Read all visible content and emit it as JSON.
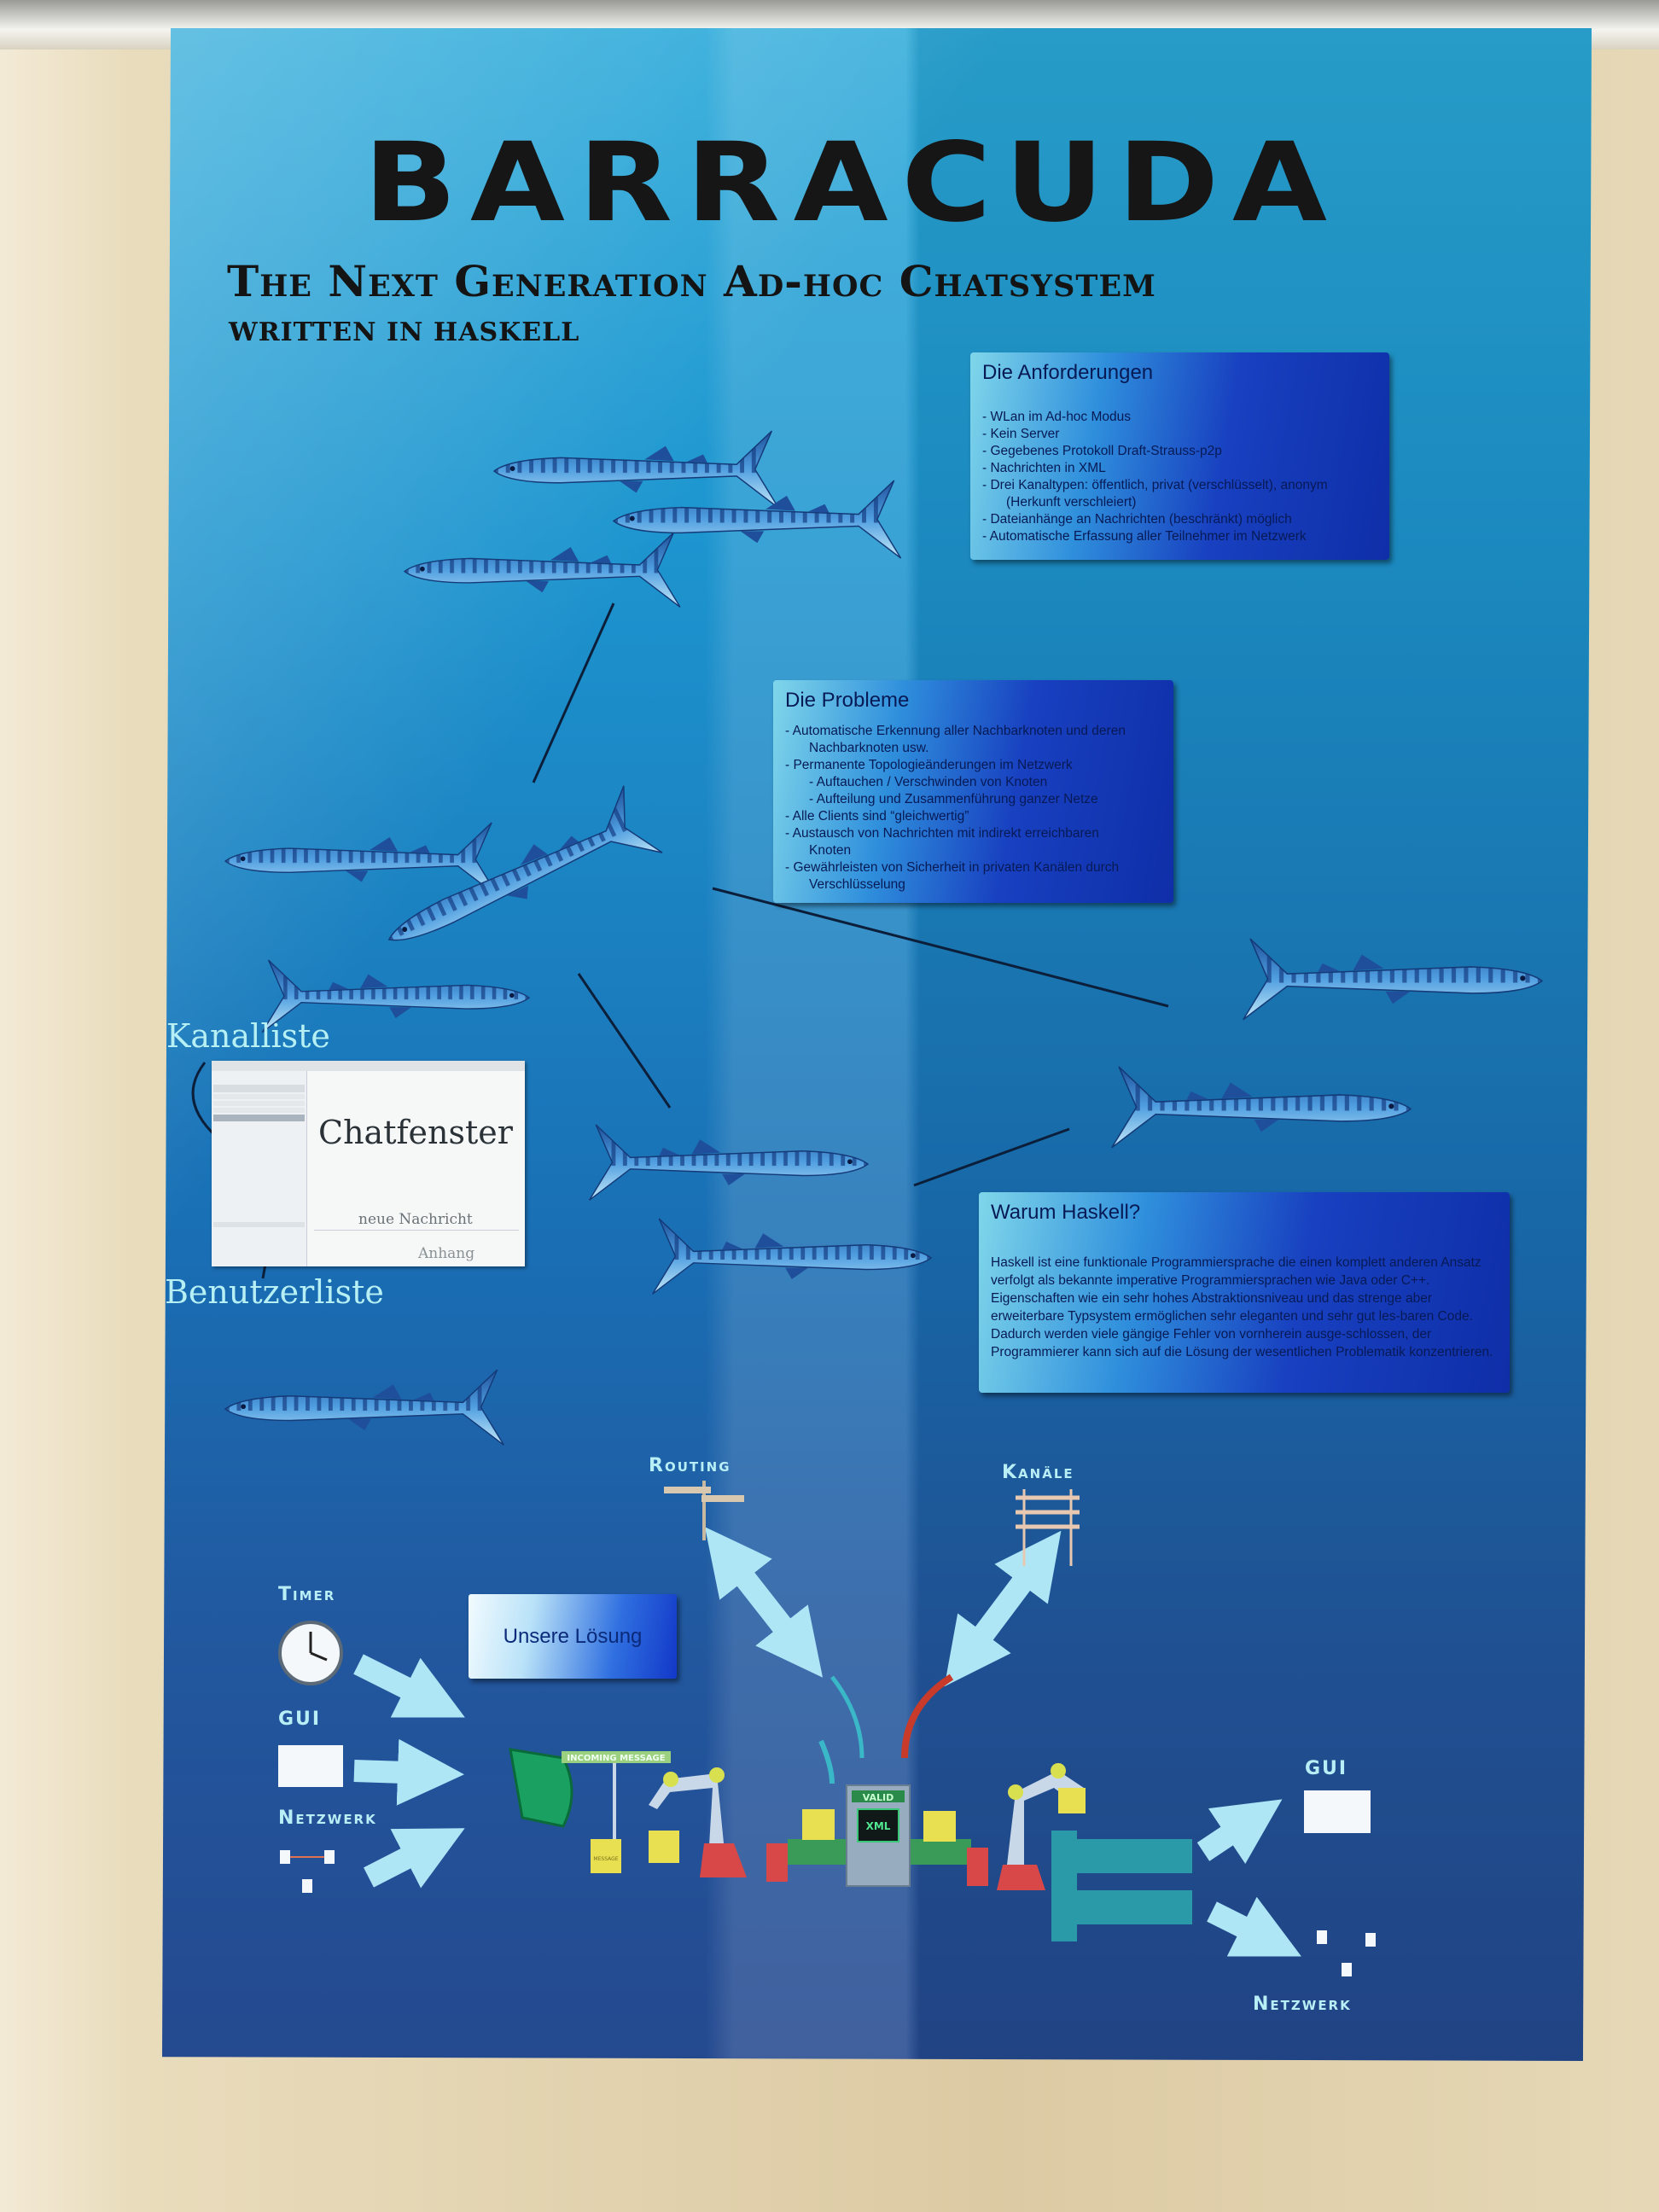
{
  "poster": {
    "title": "BARRACUDA",
    "subtitle": "The Next Generation Ad-hoc Chatsystem",
    "subtitle2": "WRITTEN IN HASKELL"
  },
  "anforderungen": {
    "heading": "Die Anforderungen",
    "items": [
      "- WLan im Ad-hoc Modus",
      "- Kein Server",
      "- Gegebenes Protokoll Draft-Strauss-p2p",
      "- Nachrichten in XML",
      "- Drei Kanaltypen: öffentlich, privat (verschlüsselt), anonym",
      "(Herkunft verschleiert)",
      "- Dateianhänge an Nachrichten (beschränkt) möglich",
      "- Automatische Erfassung aller Teilnehmer im Netzwerk"
    ]
  },
  "probleme": {
    "heading": "Die Probleme",
    "items": [
      "- Automatische Erkennung aller Nachbarknoten und deren",
      "Nachbarknoten usw.",
      "- Permanente Topologieänderungen im Netzwerk",
      "- Auftauchen  / Verschwinden von Knoten",
      "- Aufteilung und Zusammenführung ganzer Netze",
      "- Alle Clients sind “gleichwertig”",
      "- Austausch von Nachrichten mit indirekt erreichbaren",
      "Knoten",
      "- Gewährleisten von Sicherheit in privaten Kanälen durch",
      "Verschlüsselung"
    ]
  },
  "haskell": {
    "heading": "Warum Haskell?",
    "text": "Haskell ist eine funktionale Programmiersprache die einen komplett anderen Ansatz verfolgt als bekannte imperative Programmiersprachen wie Java oder C++. Eigenschaften wie ein sehr hohes Abstraktionsniveau und das strenge aber erweiterbare Typsystem ermöglichen sehr eleganten und sehr gut les-baren Code. Dadurch werden viele gängige Fehler von vornherein ausge-schlossen, der Programmierer kann sich auf die Lösung der wesentlichen Problematik konzentrieren."
  },
  "gui_screenshot": {
    "label_channels": "Kanalliste",
    "label_users": "Benutzerliste",
    "chat_window": "Chatfenster",
    "new_message": "neue Nachricht",
    "attachment": "Anhang"
  },
  "diagram": {
    "solution": "Unsere Lösung",
    "inputs": [
      "Timer",
      "GUI",
      "Netzwerk"
    ],
    "routing": "Routing",
    "channels": "Kanäle",
    "outputs": [
      "GUI",
      "Netzwerk"
    ],
    "incoming_sign": "INCOMING MESSAGE",
    "valid_sign": "VALID",
    "xml_screen": "XML",
    "package_label": "MESSAGE"
  },
  "colors": {
    "poster_top": "#2aa9d9",
    "poster_bottom": "#24498f",
    "label_cyan": "#b8eef6",
    "arrow": "#aee6f6"
  }
}
